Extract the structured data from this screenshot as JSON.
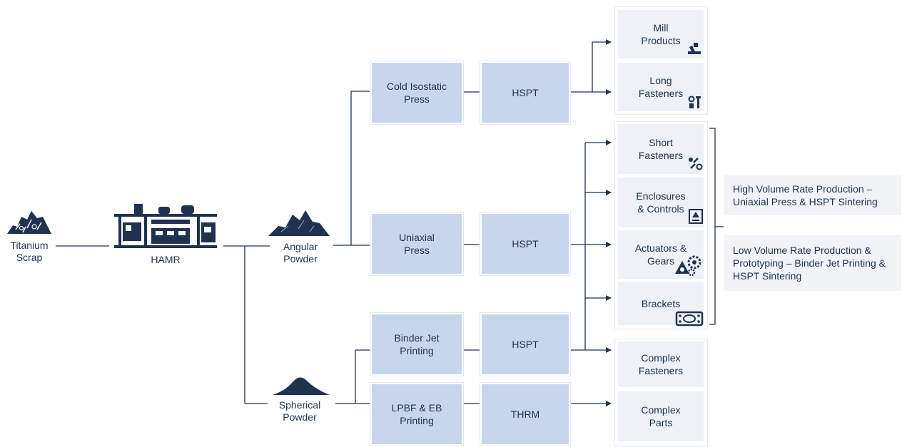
{
  "inputs": {
    "scrap": "Titanium\nScrap",
    "hamr": "HAMR",
    "angular": "Angular\nPowder",
    "spherical": "Spherical\nPowder"
  },
  "processes": {
    "cip": "Cold Isostatic\nPress",
    "uniaxial": "Uniaxial\nPress",
    "binder": "Binder Jet\nPrinting",
    "lpbf": "LPBF & EB\nPrinting",
    "hspt": "HSPT",
    "thrm": "THRM"
  },
  "outputs": {
    "mill": "Mill\nProducts",
    "long_fasteners": "Long\nFasteners",
    "short_fasteners": "Short\nFasteners",
    "enclosures": "Enclosures\n& Controls",
    "actuators": "Actuators &\nGears",
    "brackets": "Brackets",
    "complex_fasteners": "Complex\nFasteners",
    "complex_parts": "Complex\nParts"
  },
  "notes": {
    "high_volume": "High Volume Rate Production – Uniaxial Press & HSPT Sintering",
    "low_volume": "Low Volume Rate Production & Prototyping – Binder Jet Printing & HSPT Sintering"
  },
  "icons": [
    "scrap-pile-icon",
    "hamr-plant-icon",
    "angular-powder-icon",
    "spherical-powder-icon",
    "mill-icon",
    "fastener-icon",
    "enclosure-icon",
    "gear-icon",
    "bracket-icon"
  ],
  "colors": {
    "process_box": "#c8d6ec",
    "output_box": "#eef1f6",
    "line": "#1f3250"
  }
}
